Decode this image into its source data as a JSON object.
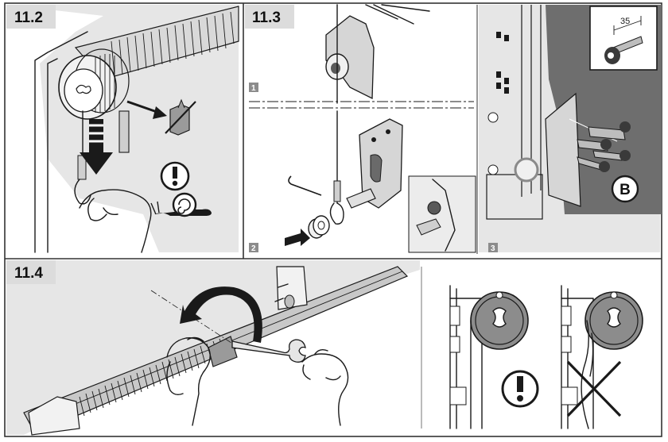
{
  "panels": [
    {
      "id": "11.2",
      "label": "11.2"
    },
    {
      "id": "11.3",
      "label": "11.3",
      "steps": [
        "1",
        "2",
        "3"
      ]
    },
    {
      "id": "11.4",
      "label": "11.4"
    }
  ],
  "callouts": {
    "dimension": "35",
    "part_letter": "B"
  },
  "colors": {
    "ink": "#1a1a1a",
    "panel_bg": "#e6e6e6",
    "label_bg": "#dcdcdc",
    "step_box": "#8c8c8c",
    "shaft": "#c8c8c8",
    "border": "#333333"
  },
  "icons": [
    "attention-icon",
    "snail-icon",
    "no-grease-icon",
    "cross-out-icon",
    "rotation-arrow-icon",
    "push-arrow-icon",
    "wrench-icon",
    "hand-icon"
  ]
}
